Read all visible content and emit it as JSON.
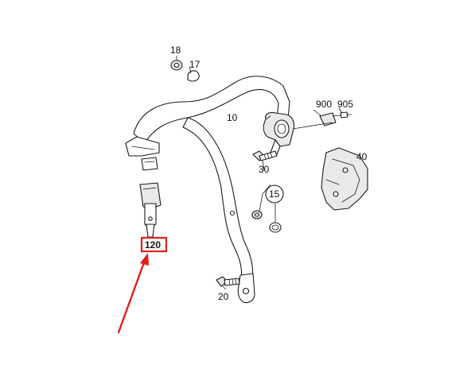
{
  "callouts": [
    {
      "id": "18",
      "text": "18"
    },
    {
      "id": "17",
      "text": "17"
    },
    {
      "id": "10",
      "text": "10"
    },
    {
      "id": "900",
      "text": "900"
    },
    {
      "id": "905",
      "text": "905"
    },
    {
      "id": "40",
      "text": "40"
    },
    {
      "id": "30",
      "text": "30"
    },
    {
      "id": "15",
      "text": "15"
    },
    {
      "id": "20",
      "text": "20"
    },
    {
      "id": "120",
      "text": "120"
    }
  ],
  "highlight": {
    "target": "120",
    "box_color": "#e0201b",
    "arrow_color": "#e0201b"
  }
}
